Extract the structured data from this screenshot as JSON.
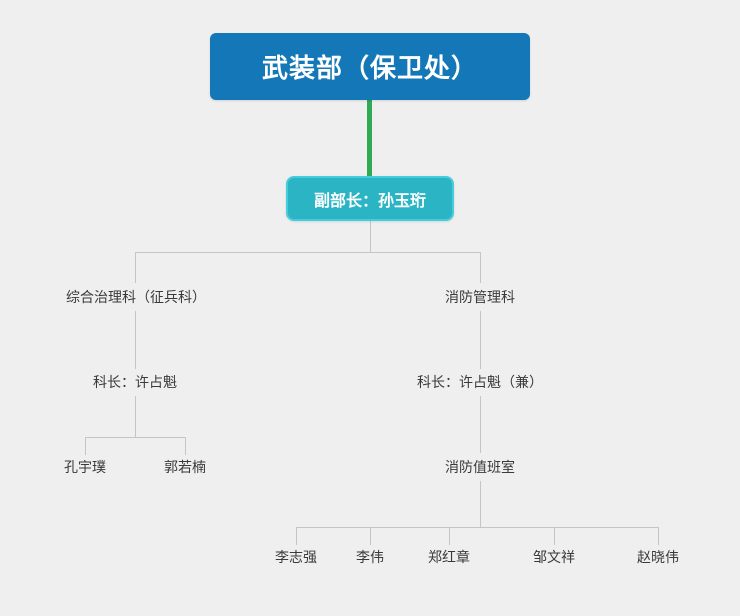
{
  "org_chart": {
    "root": {
      "label": "武装部（保卫处）"
    },
    "deputy": {
      "label": "副部长：孙玉珩"
    },
    "left": {
      "dept": "综合治理科（征兵科）",
      "chief": "科长：许占魁",
      "members": [
        "孔宇璞",
        "郭若楠"
      ]
    },
    "right": {
      "dept": "消防管理科",
      "chief": "科长：许占魁（兼）",
      "sub": "消防值班室",
      "members": [
        "李志强",
        "李伟",
        "郑红章",
        "邹文祥",
        "赵晓伟"
      ]
    },
    "colors": {
      "background": "#efeff0",
      "root_bg": "#1477b7",
      "deputy_bg": "#2bb4c4",
      "deputy_border": "#45ccdd",
      "green_connector": "#2fab55",
      "connector_line": "#c5c5c5",
      "text": "#3a3a3a"
    }
  }
}
